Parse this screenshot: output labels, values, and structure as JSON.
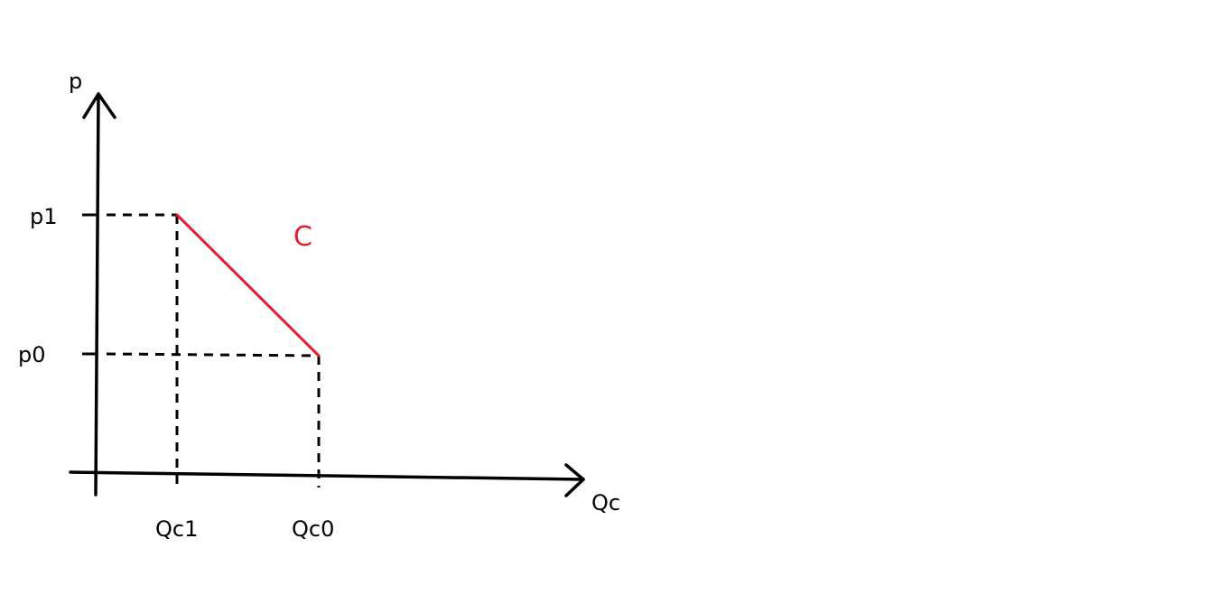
{
  "diagram": {
    "axes": {
      "y_label": "p",
      "x_label": "Qc"
    },
    "y_ticks": {
      "p1": "p1",
      "p0": "p0"
    },
    "x_ticks": {
      "qc1": "Qc1",
      "qc0": "Qc0"
    },
    "curve": {
      "label": "C",
      "color": "#e0202a"
    },
    "line_color": "#000000"
  }
}
